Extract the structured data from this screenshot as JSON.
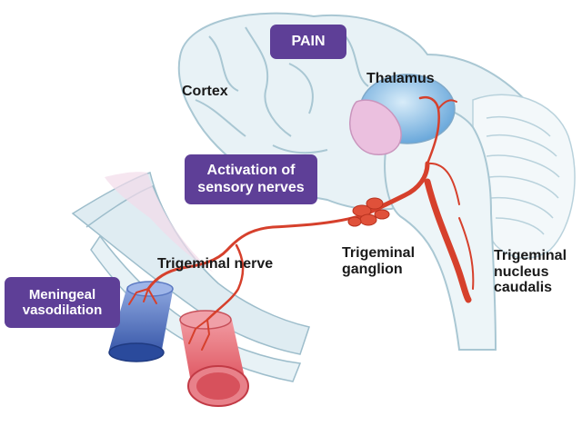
{
  "colors": {
    "box_fill": "#5e3f97",
    "nerve": "#d6402c",
    "artery": "#e25f6a",
    "vein": "#3f63b8",
    "brain_outline": "#a9c7d3",
    "brain_fill": "#e3eff4",
    "thalamus": "#7fb6e0",
    "ganglion": "#e5b7d9"
  },
  "boxes": {
    "pain": "PAIN",
    "activation_line1": "Activation of",
    "activation_line2": "sensory nerves",
    "meningeal_line1": "Meningeal",
    "meningeal_line2": "vasodilation"
  },
  "labels": {
    "cortex": "Cortex",
    "thalamus": "Thalamus",
    "trigeminal_nerve": "Trigeminal nerve",
    "trigeminal_ganglion_line1": "Trigeminal",
    "trigeminal_ganglion_line2": "ganglion",
    "trigeminal_nucleus_line1": "Trigeminal",
    "trigeminal_nucleus_line2": "nucleus",
    "trigeminal_nucleus_line3": "caudalis"
  }
}
